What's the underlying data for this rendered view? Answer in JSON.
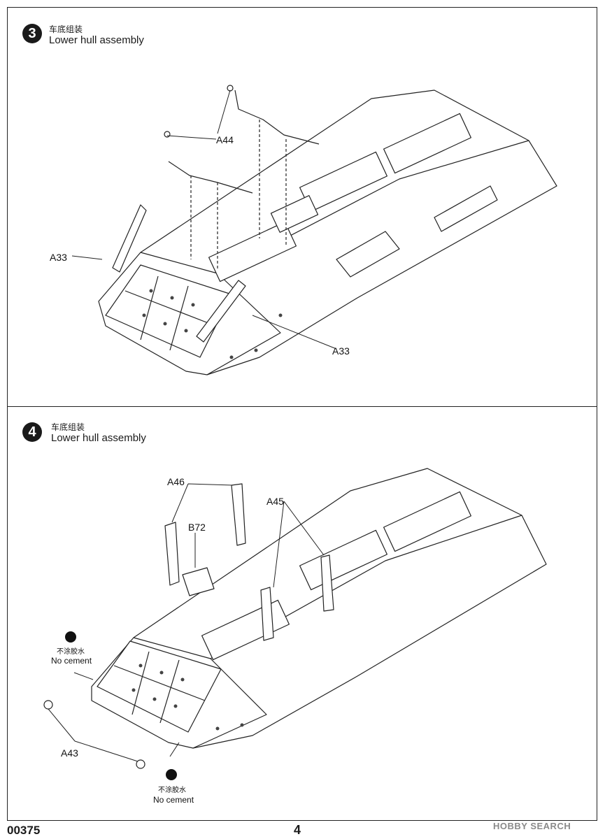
{
  "steps": [
    {
      "number": "3",
      "title_cn": "车底组装",
      "title_en": "Lower hull assembly",
      "callouts": [
        "A44",
        "A33",
        "A33"
      ]
    },
    {
      "number": "4",
      "title_cn": "车底组装",
      "title_en": "Lower hull assembly",
      "callouts": [
        "A46",
        "B72",
        "A45",
        "A43"
      ],
      "notes": [
        {
          "cn": "不涂胶水",
          "en": "No cement"
        },
        {
          "cn": "不涂胶水",
          "en": "No cement"
        }
      ]
    }
  ],
  "footer": {
    "code": "00375",
    "page": "4"
  },
  "watermark": "HOBBY SEARCH"
}
